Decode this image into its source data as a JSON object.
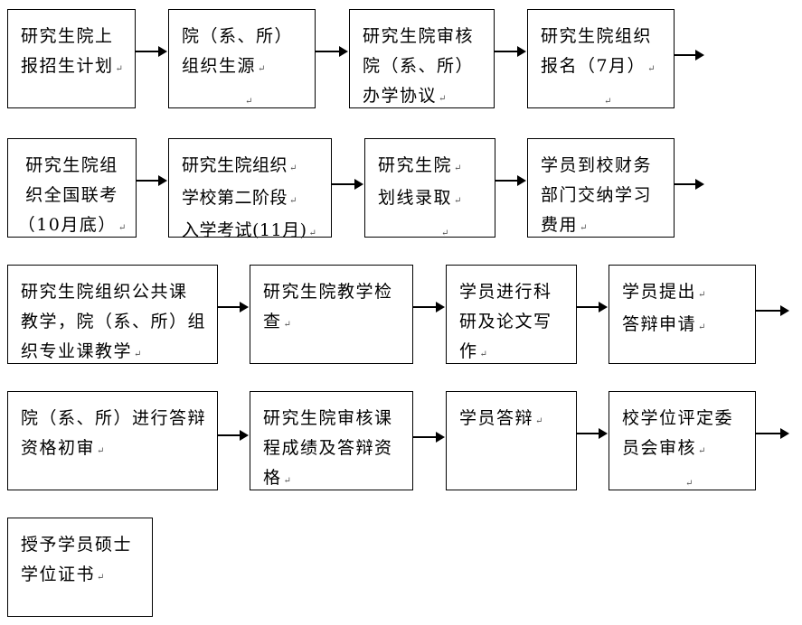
{
  "diagram": {
    "para_mark": "↵",
    "steps": [
      {
        "id": "s1",
        "text": "研究生院上\n报招生计划",
        "marks": [
          2
        ]
      },
      {
        "id": "s2",
        "text": "院（系、所）\n组织生源",
        "marks": [
          2,
          3
        ]
      },
      {
        "id": "s3",
        "text": "研究生院审核\n院（系、所）\n办学协议",
        "marks": [
          3
        ]
      },
      {
        "id": "s4",
        "text": "研究生院组织\n报名（7月）",
        "marks": [
          2,
          3
        ]
      },
      {
        "id": "s5",
        "text": "研究生院组\n织全国联考\n（10月底）",
        "marks": [
          3
        ]
      },
      {
        "id": "s6",
        "text": "研究生院组织\n学校第二阶段\n入学考试(11月)",
        "marks": [
          1,
          2,
          3
        ]
      },
      {
        "id": "s7",
        "text": "研究生院\n划线录取",
        "marks": [
          1,
          2,
          3
        ]
      },
      {
        "id": "s8",
        "text": "学员到校财务\n部门交纳学习\n费用",
        "marks": [
          3
        ]
      },
      {
        "id": "s9",
        "text": "研究生院组织公共课\n教学，院（系、所）组\n织专业课教学",
        "marks": [
          3
        ]
      },
      {
        "id": "s10",
        "text": "研究生院教学检\n查",
        "marks": [
          2
        ]
      },
      {
        "id": "s11",
        "text": "学员进行科\n研及论文写\n作",
        "marks": [
          3
        ]
      },
      {
        "id": "s12",
        "text": "学员提出\n答辩申请",
        "marks": [
          1,
          2
        ]
      },
      {
        "id": "s13",
        "text": "院（系、所）进行答辩\n资格初审",
        "marks": [
          2
        ]
      },
      {
        "id": "s14",
        "text": "研究生院审核课\n程成绩及答辩资\n格",
        "marks": [
          3
        ]
      },
      {
        "id": "s15",
        "text": "学员答辩",
        "marks": [
          1
        ]
      },
      {
        "id": "s16",
        "text": "校学位评定委\n员会审核",
        "marks": [
          2,
          3
        ]
      },
      {
        "id": "s17",
        "text": "授予学员硕士\n学位证书",
        "marks": [
          2
        ]
      }
    ]
  }
}
